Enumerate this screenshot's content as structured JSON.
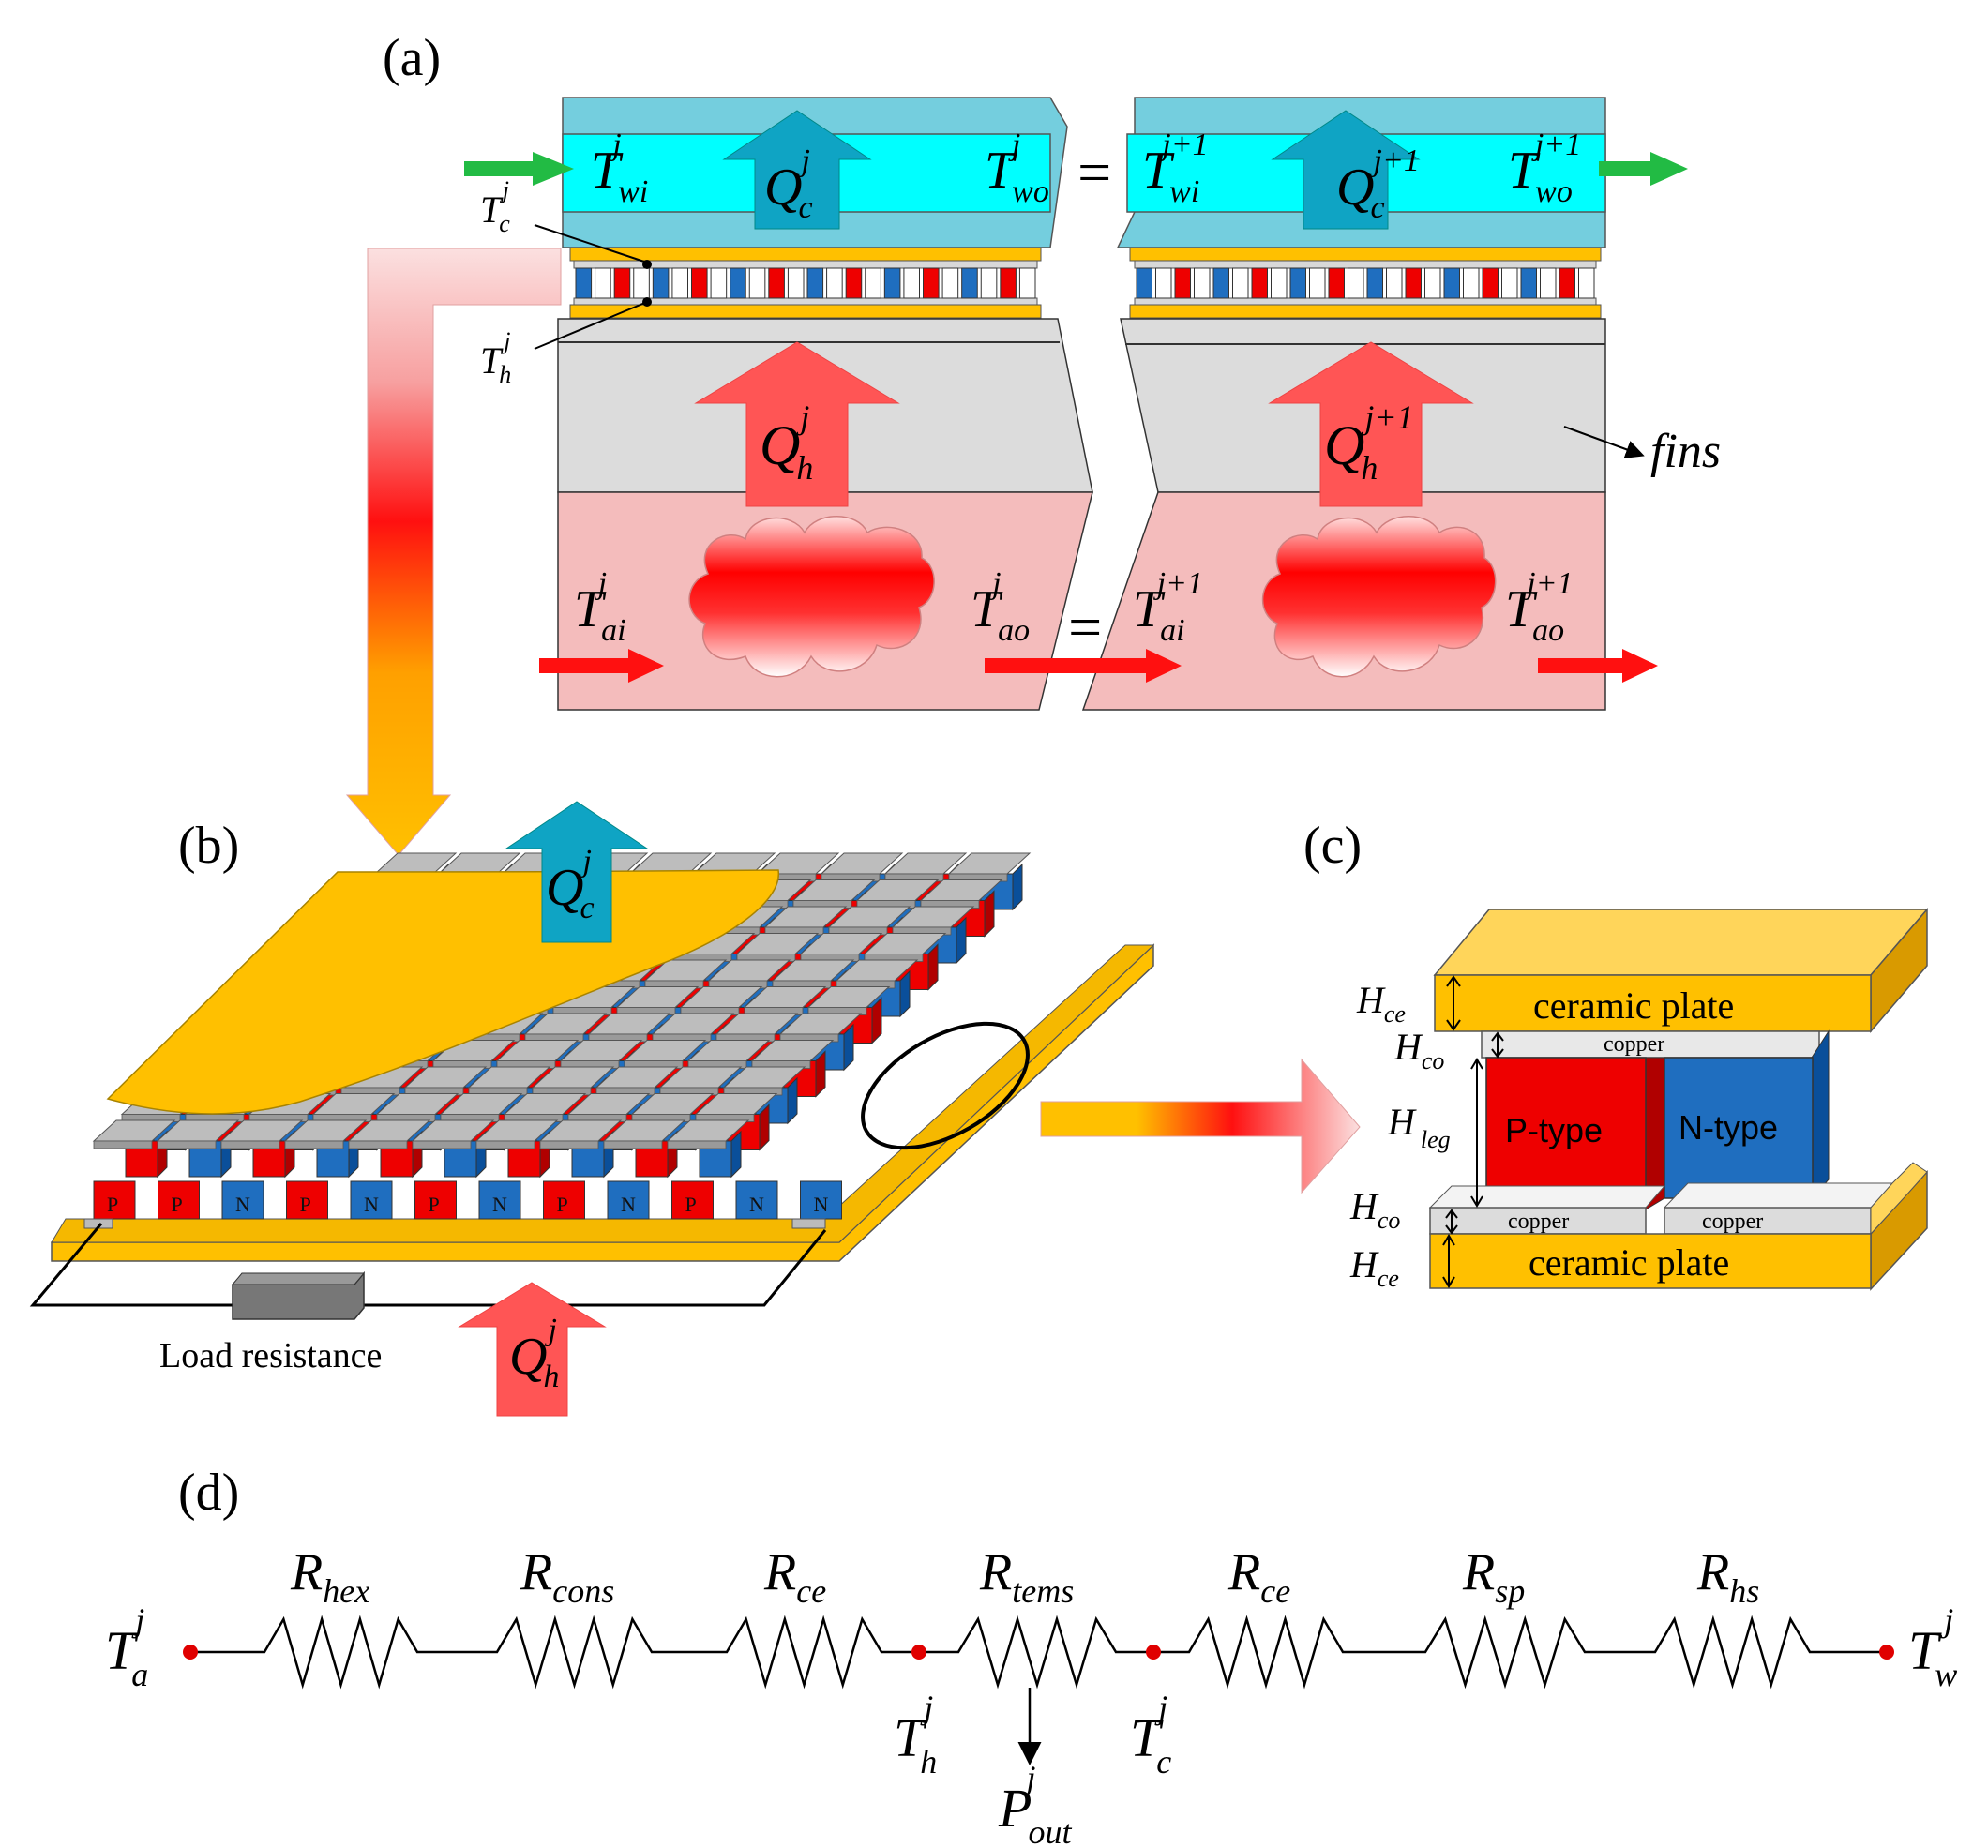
{
  "panels": {
    "a": "(a)",
    "b": "(b)",
    "c": "(c)",
    "d": "(d)"
  },
  "panel_a": {
    "T_wi": "T",
    "sub_wi": "wi",
    "sup_j": "j",
    "sup_j1": "j+1",
    "T_wo": "T",
    "sub_wo": "wo",
    "Q": "Q",
    "sub_c": "c",
    "sub_h": "h",
    "T_ai": "T",
    "sub_ai": "ai",
    "T_ao": "T",
    "sub_ao": "ao",
    "T_c": "T",
    "T_h": "T",
    "equals": "=",
    "fins": "fins"
  },
  "panel_b": {
    "load_resistance": "Load resistance",
    "p_label": "P",
    "n_label": "N",
    "Q": "Q",
    "sub_c": "c",
    "sub_h": "h",
    "sup_j": "j"
  },
  "panel_c": {
    "ceramic_top": "ceramic plate",
    "ceramic_bottom": "ceramic plate",
    "copper_top": "copper",
    "copper_bl": "copper",
    "copper_br": "copper",
    "p_type": "P-type",
    "n_type": "N-type",
    "H": "H",
    "sub_ce": "ce",
    "sub_co": "co",
    "sub_leg": "leg"
  },
  "panel_d": {
    "resistors": [
      {
        "main": "R",
        "sub": "hex"
      },
      {
        "main": "R",
        "sub": "cons"
      },
      {
        "main": "R",
        "sub": "ce"
      },
      {
        "main": "R",
        "sub": "tems"
      },
      {
        "main": "R",
        "sub": "ce"
      },
      {
        "main": "R",
        "sub": "sp"
      },
      {
        "main": "R",
        "sub": "hs"
      }
    ],
    "T_a": {
      "main": "T",
      "sub": "a",
      "sup": "j"
    },
    "T_h": {
      "main": "T",
      "sub": "h",
      "sup": "j"
    },
    "T_c": {
      "main": "T",
      "sub": "c",
      "sup": "j"
    },
    "T_w": {
      "main": "T",
      "sub": "w",
      "sup": "j"
    },
    "P_out": {
      "main": "P",
      "sub": "out",
      "sup": "j"
    }
  },
  "colors": {
    "water": "#00ffff",
    "water_frame": "#74cede",
    "blue_arrow": "#0fa4c4",
    "red_arrow": "#ff5555",
    "air": "#f4bcbc",
    "fins": "#dcdcdc",
    "ceramic": "#ffc000",
    "p_leg": "#ee0000",
    "n_leg": "#1f6ebf",
    "green": "#22bb44",
    "dot": "#e00000"
  }
}
